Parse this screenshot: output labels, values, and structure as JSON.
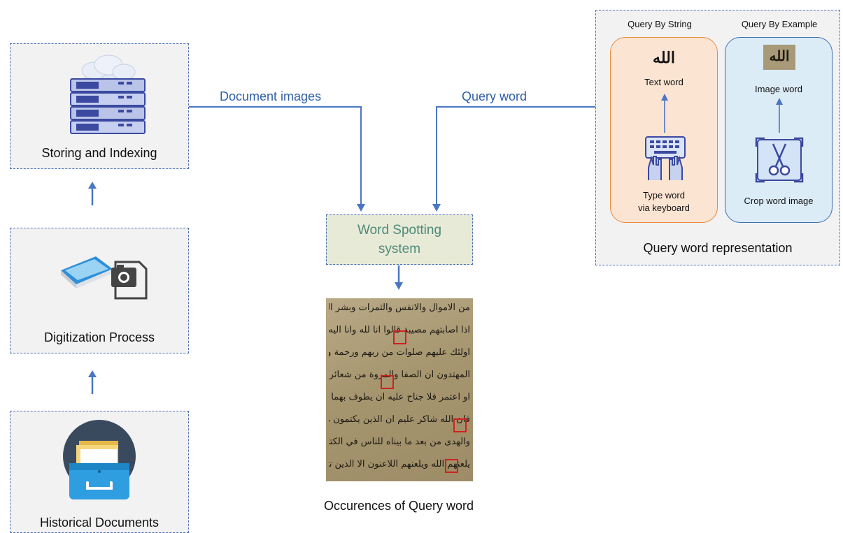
{
  "nodes": {
    "storing": {
      "label": "Storing and Indexing"
    },
    "digitization": {
      "label": "Digitization Process"
    },
    "historical": {
      "label": "Historical Documents"
    },
    "word_spotting": {
      "label_line1": "Word Spotting",
      "label_line2": "system"
    },
    "occurrences": {
      "label": "Occurences of Query word"
    }
  },
  "edges": {
    "document_images": "Document images",
    "query_word": "Query word"
  },
  "query_panel": {
    "caption": "Query word representation",
    "by_string": {
      "title": "Query By String",
      "glyph": "الله",
      "top_label": "Text word",
      "bottom_label_line1": "Type word",
      "bottom_label_line2": "via keyboard"
    },
    "by_example": {
      "title": "Query By Example",
      "glyph": "الله",
      "top_label": "Image word",
      "bottom_label": "Crop word image"
    }
  },
  "manuscript_lines": [
    "من الاموال والانفس والثمرات وبشر الصابرين الذين",
    "اذا اصابتهم مصيبة قالوا انا لله وانا اليه راجعون",
    "اولئك عليهم صلوات من ربهم ورحمة واولئك هم",
    "المهتدون ان الصفا والمروة من شعائر الله فمن حج البيت",
    "او اعتمر فلا جناح عليه ان يطوف بهما ومن تطوع خيرا",
    "فان الله شاكر عليم ان الذين يكتمون ما انزلنا من البينات",
    "والهدى من بعد ما بيناه للناس في الكتاب اولئك",
    "يلعنهم الله ويلعنهم اللاعنون الا الذين تابوا واصلحوا"
  ],
  "colors": {
    "connector": "#4a76c4",
    "dashed_border": "#4a6fb5",
    "box_fill": "#f2f2f2",
    "word_spotting_fill": "#e8ead8",
    "word_spotting_text": "#4e8a78",
    "query_by_string_fill": "#fce4d2",
    "query_by_string_border": "#e88a3a",
    "query_by_example_fill": "#dcecf6",
    "query_by_example_border": "#3d6fb3",
    "highlight": "#d32020"
  },
  "icons": {
    "storing": "server-cloud-icon",
    "digitization": "scanner-camera-icon",
    "historical": "file-drawer-icon",
    "keyboard": "keyboard-hands-icon",
    "crop": "scissors-crop-icon"
  }
}
